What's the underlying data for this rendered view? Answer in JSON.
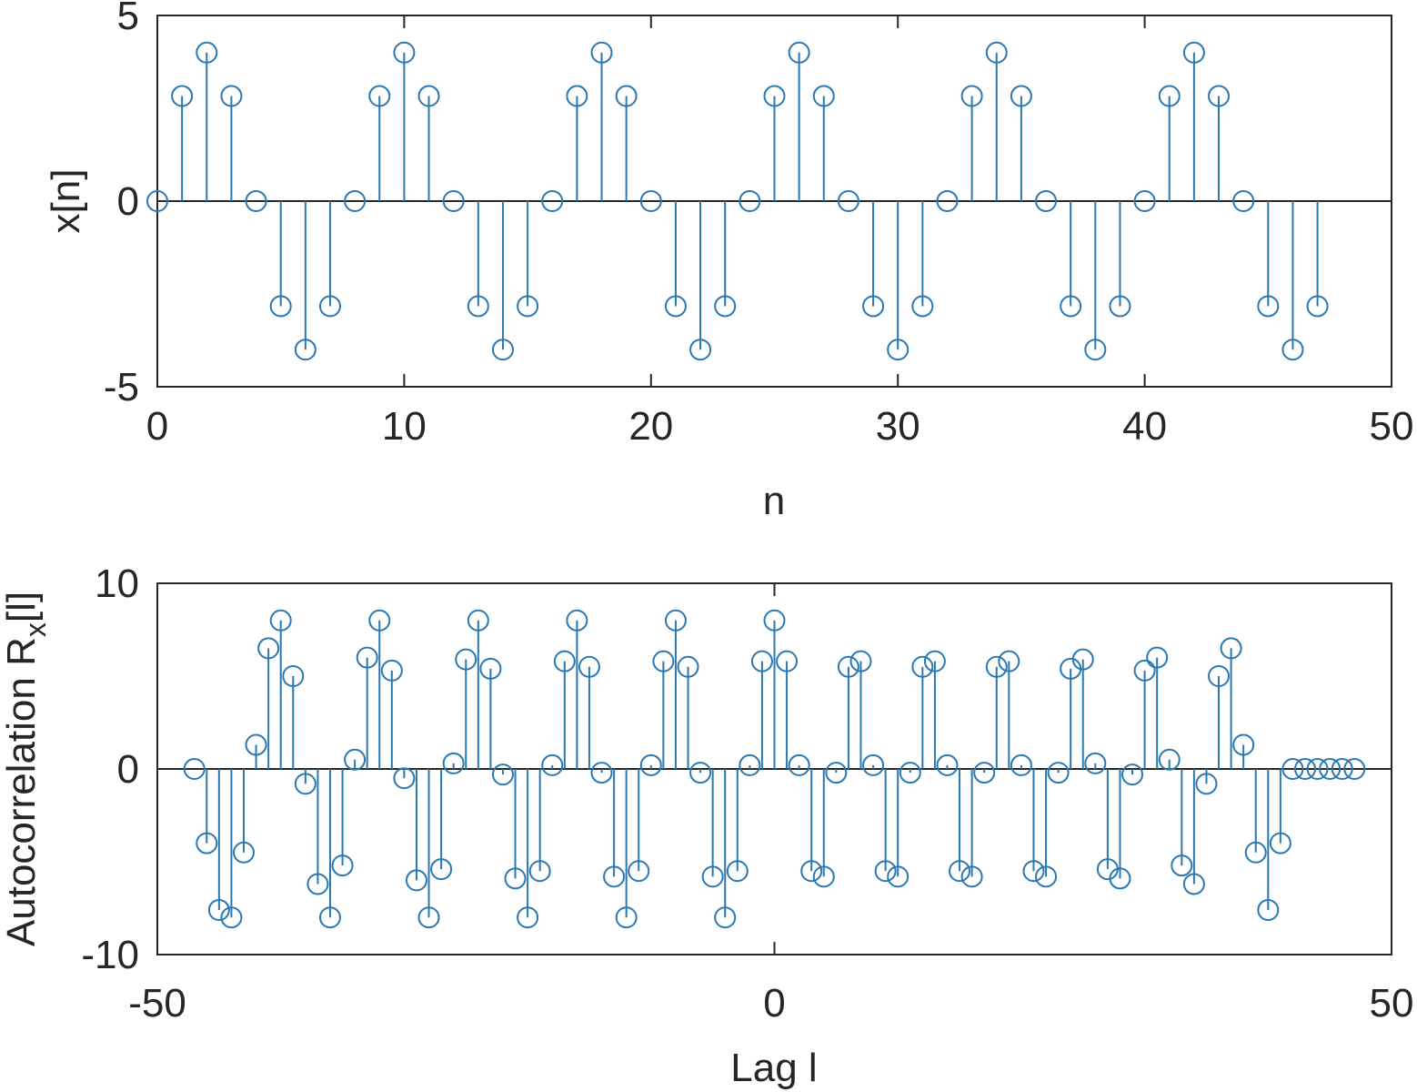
{
  "colors": {
    "series": "#2a78b0",
    "axes": "#262626",
    "background": "#ffffff"
  },
  "chart_data": [
    {
      "type": "stem",
      "xlabel": "n",
      "ylabel": "x[n]",
      "xlim": [
        0,
        50
      ],
      "ylim": [
        -5,
        5
      ],
      "xticks": [
        0,
        10,
        20,
        30,
        40,
        50
      ],
      "yticks": [
        -5,
        0,
        5
      ],
      "xtick_labels": [
        "0",
        "10",
        "20",
        "30",
        "40",
        "50"
      ],
      "ytick_labels": [
        "-5",
        "0",
        "5"
      ],
      "x": [
        0,
        1,
        2,
        3,
        4,
        5,
        6,
        7,
        8,
        9,
        10,
        11,
        12,
        13,
        14,
        15,
        16,
        17,
        18,
        19,
        20,
        21,
        22,
        23,
        24,
        25,
        26,
        27,
        28,
        29,
        30,
        31,
        32,
        33,
        34,
        35,
        36,
        37,
        38,
        39,
        40,
        41,
        42,
        43,
        44,
        45,
        46,
        47
      ],
      "values": [
        0,
        2.83,
        4,
        2.83,
        0,
        -2.83,
        -4,
        -2.83,
        0,
        2.83,
        4,
        2.83,
        0,
        -2.83,
        -4,
        -2.83,
        0,
        2.83,
        4,
        2.83,
        0,
        -2.83,
        -4,
        -2.83,
        0,
        2.83,
        4,
        2.83,
        0,
        -2.83,
        -4,
        -2.83,
        0,
        2.83,
        4,
        2.83,
        0,
        -2.83,
        -4,
        -2.83,
        0,
        2.83,
        4,
        2.83,
        0,
        -2.83,
        -4,
        -2.83
      ]
    },
    {
      "type": "stem",
      "xlabel": "Lag l",
      "ylabel_main": "Autocorrelation R",
      "ylabel_sub": "x",
      "ylabel_tail": "[l]",
      "xlim": [
        -50,
        50
      ],
      "ylim": [
        -10,
        10
      ],
      "xticks": [
        -50,
        0,
        50
      ],
      "yticks": [
        -10,
        0,
        10
      ],
      "xtick_labels": [
        "-50",
        "0",
        "50"
      ],
      "ytick_labels": [
        "-10",
        "0",
        "10"
      ],
      "x": [
        -47,
        -46,
        -45,
        -44,
        -43,
        -42,
        -41,
        -40,
        -39,
        -38,
        -37,
        -36,
        -35,
        -34,
        -33,
        -32,
        -31,
        -30,
        -29,
        -28,
        -27,
        -26,
        -25,
        -24,
        -23,
        -22,
        -21,
        -20,
        -19,
        -18,
        -17,
        -16,
        -15,
        -14,
        -13,
        -12,
        -11,
        -10,
        -9,
        -8,
        -7,
        -6,
        -5,
        -4,
        -3,
        -2,
        -1,
        0,
        1,
        2,
        3,
        4,
        5,
        6,
        7,
        8,
        9,
        10,
        11,
        12,
        13,
        14,
        15,
        16,
        17,
        18,
        19,
        20,
        21,
        22,
        23,
        24,
        25,
        26,
        27,
        28,
        29,
        30,
        31,
        32,
        33,
        34,
        35,
        36,
        37,
        38,
        39,
        40,
        41,
        42,
        43,
        44,
        45,
        46,
        47
      ],
      "values": [
        0,
        -4,
        -7.6,
        -8,
        -4.5,
        1.3,
        6.5,
        8,
        5,
        -0.8,
        -6.2,
        -8,
        -5.2,
        0.5,
        6,
        8,
        5.3,
        -0.5,
        -6,
        -8,
        -5.4,
        0.3,
        5.9,
        8,
        5.4,
        -0.3,
        -5.9,
        -8,
        -5.5,
        0.2,
        5.8,
        8,
        5.5,
        -0.2,
        -5.8,
        -8,
        -5.5,
        0.2,
        5.8,
        8,
        5.5,
        -0.2,
        -5.8,
        -8,
        -5.5,
        0.2,
        5.8,
        8,
        5.8,
        0.2,
        -5.5,
        -5.8,
        -0.2,
        5.5,
        5.8,
        0.2,
        -5.5,
        -5.8,
        -0.2,
        5.5,
        5.8,
        0.2,
        -5.5,
        -5.8,
        -0.2,
        5.5,
        5.8,
        0.2,
        -5.5,
        -5.8,
        -0.2,
        5.4,
        5.9,
        0.3,
        -5.4,
        -5.9,
        -0.3,
        5.3,
        6,
        0.5,
        -5.2,
        -6.2,
        -0.8,
        5,
        6.5,
        1.3,
        -4.5,
        -7.6,
        -4,
        0,
        0,
        0,
        0,
        0,
        0,
        0
      ]
    }
  ]
}
